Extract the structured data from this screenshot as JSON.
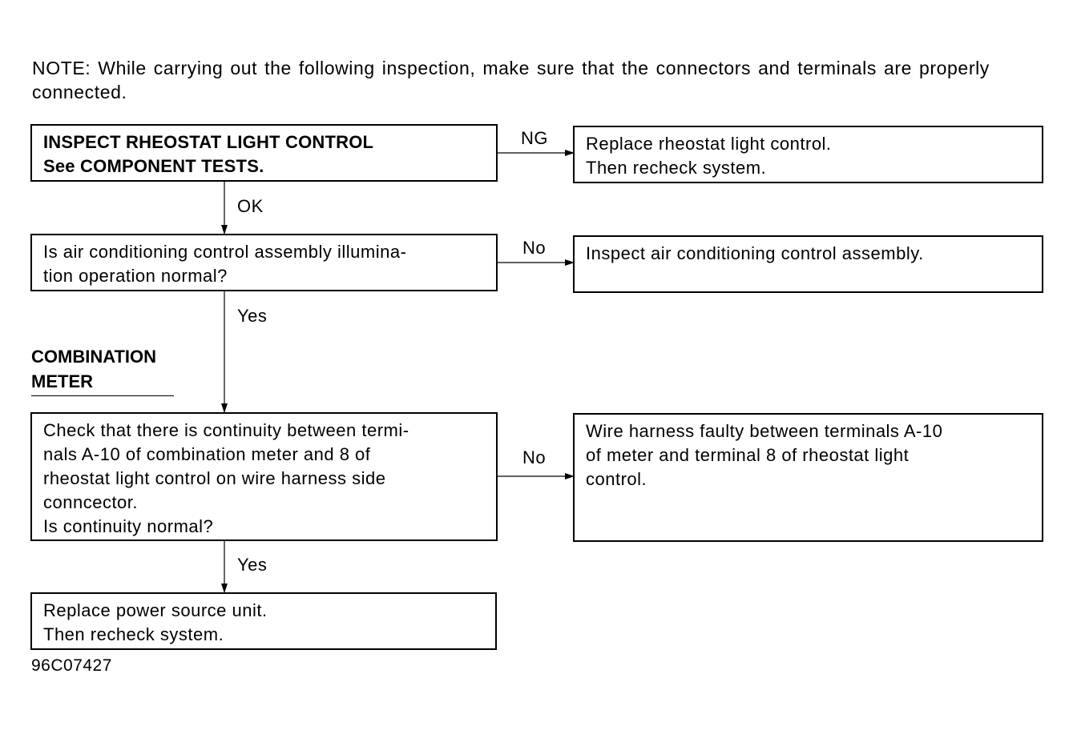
{
  "note": "NOTE:  While carrying out the following inspection, make sure that the connectors and terminals are properly connected.",
  "section_label": [
    "COMBINATION",
    "METER"
  ],
  "figure_id": "96C07427",
  "steps": {
    "step1": [
      "INSPECT RHEOSTAT LIGHT CONTROL",
      "See COMPONENT TESTS."
    ],
    "step1_fail": [
      "Replace rheostat light control.",
      "Then recheck system."
    ],
    "step2": [
      "Is air conditioning control assembly illumina-",
      "tion operation normal?"
    ],
    "step2_fail": [
      "Inspect air conditioning control assembly."
    ],
    "step3": [
      "Check that there is continuity between termi-",
      "nals A-10 of combination meter and 8 of",
      "rheostat light control on wire harness side",
      "conncector.",
      "Is continuity normal?"
    ],
    "step3_fail": [
      "Wire harness faulty between terminals A-10",
      "of meter and terminal 8 of rheostat light",
      "control."
    ],
    "step4": [
      "Replace power source unit.",
      "Then recheck system."
    ]
  },
  "edges": {
    "step1_ng": "NG",
    "step1_ok": "OK",
    "step2_no": "No",
    "step2_yes": "Yes",
    "step3_no": "No",
    "step3_yes": "Yes"
  }
}
